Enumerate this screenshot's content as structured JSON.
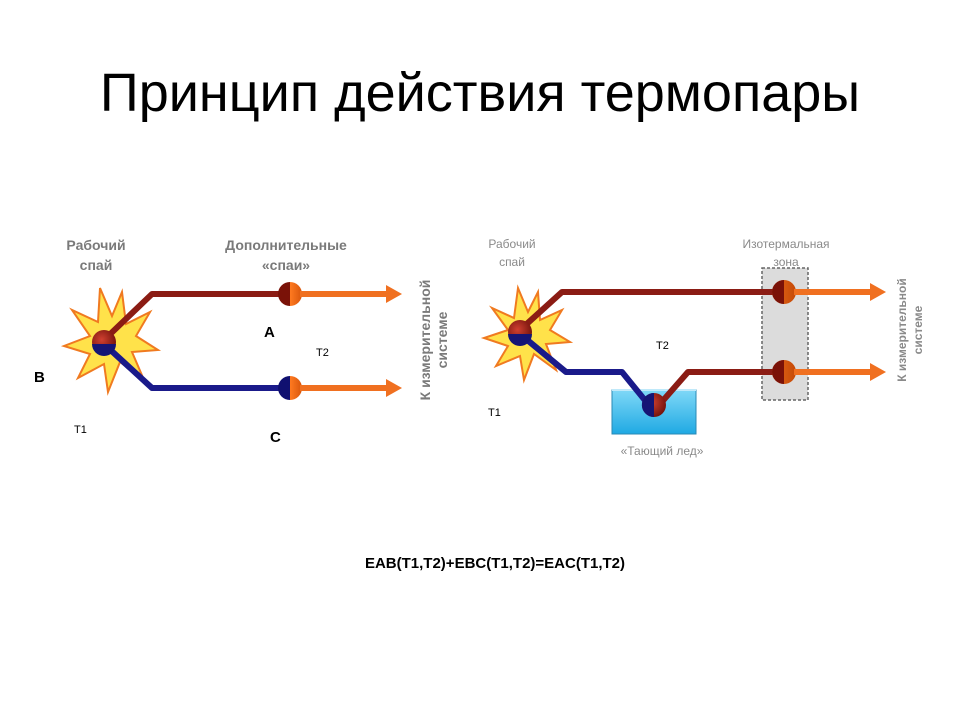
{
  "title": "Принцип действия термопары",
  "left": {
    "working_junction": [
      "Рабочий",
      "спай"
    ],
    "extra_junctions": [
      "Дополнительные",
      "«спаи»"
    ],
    "measure_system": [
      "К измерительной",
      "системе"
    ],
    "marker_a": "A",
    "marker_b": "B",
    "marker_c": "C",
    "t1": "T1",
    "t2": "T2"
  },
  "right": {
    "working_junction": [
      "Рабочий",
      "спай"
    ],
    "isothermal_zone": [
      "Изотермальная",
      "зона"
    ],
    "melting_ice": "«Тающий лед»",
    "measure_system": [
      "К измерительной",
      "системе"
    ],
    "t1": "T1",
    "t2": "T2"
  },
  "formula": "EAB(T1,T2)+EBC(T1,T2)=EAC(T1,T2)",
  "colors": {
    "wire_red": "#8b1c14",
    "wire_blue": "#1a1a8a",
    "wire_orange": "#f07020",
    "spark": "#ffe24a",
    "ice": "#33bbee"
  }
}
